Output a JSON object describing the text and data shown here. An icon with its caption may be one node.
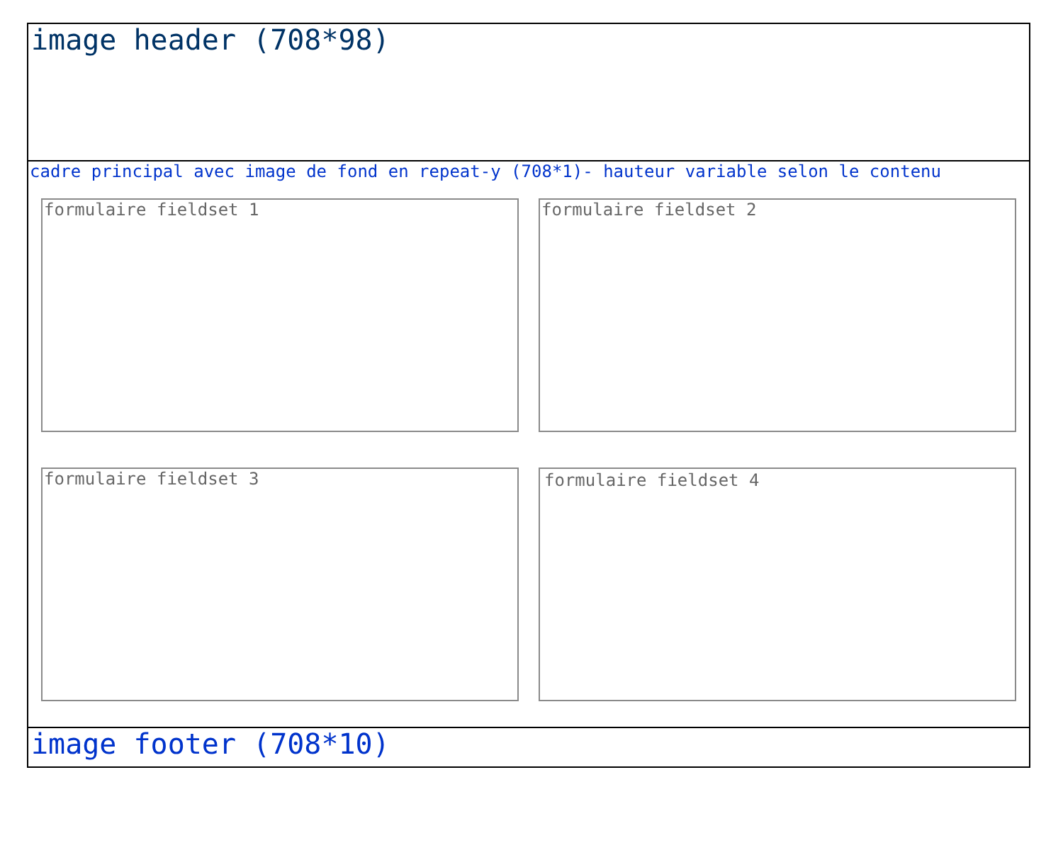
{
  "diagram": {
    "nodes": [
      {
        "text": [
          "image header (708*98)"
        ]
      },
      {
        "text": [
          "cadre principal avec image de fond en repeat-y (708*1)- hauteur variable selon le contenu"
        ]
      },
      {
        "text": [
          "formulaire fieldset 1"
        ],
        "in": 1
      },
      {
        "text": [
          "formulaire fieldset 2"
        ],
        "in": 1
      },
      {
        "text": [
          "formulaire fieldset 3"
        ],
        "in": 1
      },
      {
        "text": [
          "formulaire fieldset 4"
        ],
        "in": 1
      },
      {
        "text": [
          "image footer (708*10)"
        ]
      }
    ]
  }
}
